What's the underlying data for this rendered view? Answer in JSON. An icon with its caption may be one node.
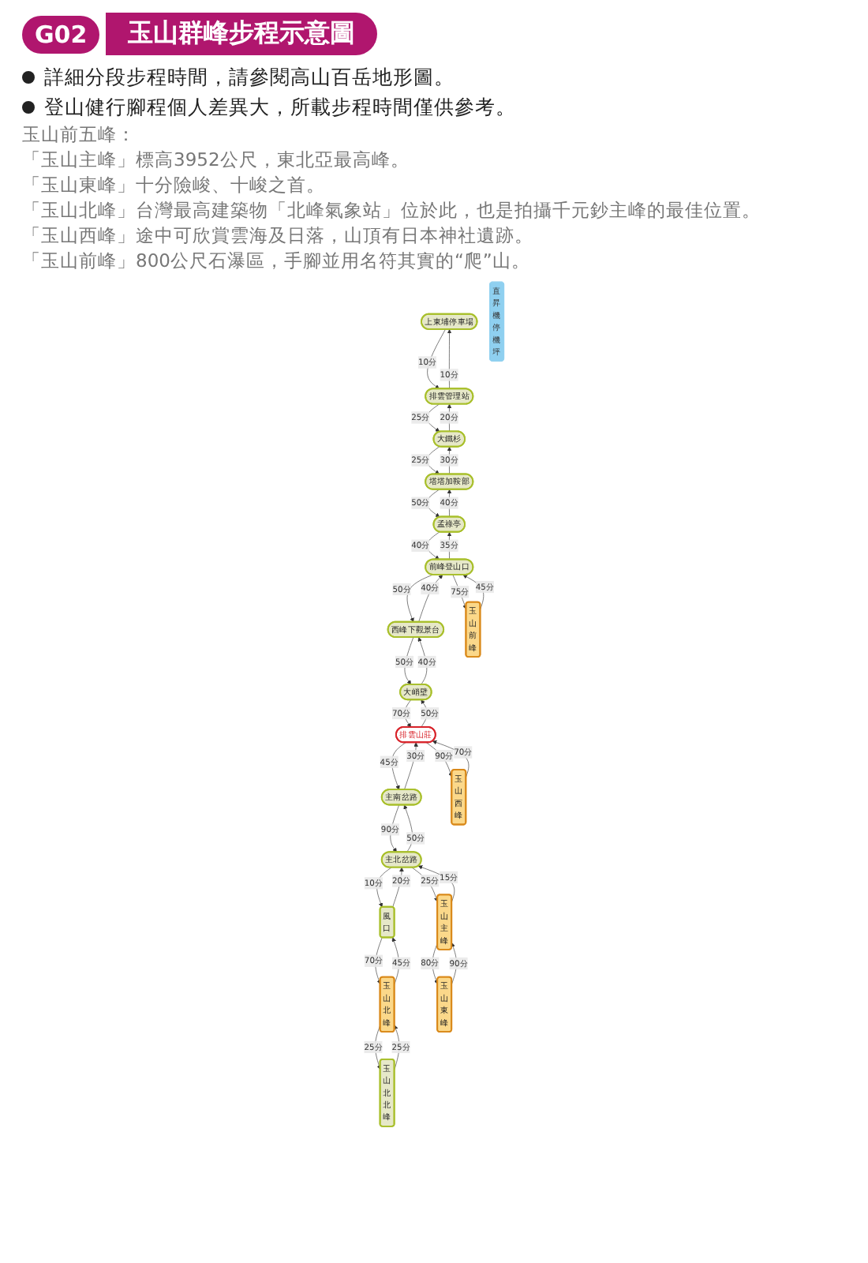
{
  "diagram": {
    "title": "玉山群峰步程示意圖",
    "labels": [
      "G02",
      "詳細分段步程時間，請參閱高山百岳地形圖。",
      "登山健行腳程個人差異大，所載步程時間僅供參考。",
      "玉山前五峰：",
      "「玉山主峰」標高3952公尺，東北亞最高峰。",
      "「玉山東峰」十分險峻、十峻之首。",
      "「玉山北峰」台灣最高建築物「北峰氣象站」位於此，也是拍攝千元鈔主峰的最佳位置。",
      "「玉山西峰」途中可欣賞雲海及日落，山頂有日本神社遺跡。",
      "「玉山前峰」800公尺石瀑區，手腳並用名符其實的“爬”山。"
    ],
    "nodes": [
      {
        "text": [
          "上東埔停車場"
        ]
      },
      {
        "text": [
          "排雲管理站"
        ]
      },
      {
        "text": [
          "大鐵杉"
        ]
      },
      {
        "text": [
          "塔塔加鞍部"
        ]
      },
      {
        "text": [
          "孟祿亭"
        ]
      },
      {
        "text": [
          "前峰登山口"
        ]
      },
      {
        "text": [
          "西峰下觀景台"
        ]
      },
      {
        "text": [
          "大峭壁"
        ]
      },
      {
        "text": [
          "排雲山莊"
        ]
      },
      {
        "text": [
          "主南岔路"
        ]
      },
      {
        "text": [
          "玉山前峰"
        ]
      },
      {
        "text": [
          "玉山北北峰"
        ]
      },
      {
        "text": [
          "玉山北峰"
        ]
      },
      {
        "text": [
          "直昇機停機坪"
        ]
      },
      {
        "text": [
          "玉山西峰"
        ]
      },
      {
        "text": [
          "風口"
        ]
      },
      {
        "text": [
          "主北岔路"
        ]
      },
      {
        "text": [
          "玉山主峰"
        ]
      },
      {
        "text": [
          "玉山東峰"
        ]
      }
    ],
    "edges": [
      {
        "from": 1,
        "to": 0,
        "arrow": "to",
        "label": "10分"
      },
      {
        "from": 0,
        "to": 1,
        "arrow": "to",
        "label": "10分"
      },
      {
        "from": 2,
        "to": 1,
        "arrow": "to",
        "label": "20分"
      },
      {
        "from": 1,
        "to": 2,
        "arrow": "to",
        "label": "25分"
      },
      {
        "from": 3,
        "to": 2,
        "arrow": "to",
        "label": "30分"
      },
      {
        "from": 2,
        "to": 3,
        "arrow": "to",
        "label": "25分"
      },
      {
        "from": 4,
        "to": 3,
        "arrow": "to",
        "label": "40分"
      },
      {
        "from": 3,
        "to": 4,
        "arrow": "to",
        "label": "50分"
      },
      {
        "from": 5,
        "to": 4,
        "arrow": "to",
        "label": "35分"
      },
      {
        "from": 4,
        "to": 5,
        "arrow": "to",
        "label": "40分"
      },
      {
        "from": 5,
        "to": 10,
        "arrow": "to",
        "label": "75分"
      },
      {
        "from": 10,
        "to": 5,
        "arrow": "to",
        "label": "45分"
      },
      {
        "from": 6,
        "to": 5,
        "arrow": "to",
        "label": "40分"
      },
      {
        "from": 5,
        "to": 6,
        "arrow": "to",
        "label": "50分"
      },
      {
        "from": 7,
        "to": 6,
        "arrow": "to",
        "label": "40分"
      },
      {
        "from": 6,
        "to": 7,
        "arrow": "to",
        "label": "50分"
      },
      {
        "from": 8,
        "to": 7,
        "arrow": "to",
        "label": "50分"
      },
      {
        "from": 7,
        "to": 8,
        "arrow": "to",
        "label": "70分"
      },
      {
        "from": 8,
        "to": 14,
        "arrow": "to",
        "label": "90分"
      },
      {
        "from": 14,
        "to": 8,
        "arrow": "to",
        "label": "70分"
      },
      {
        "from": 9,
        "to": 8,
        "arrow": "to",
        "label": "30分"
      },
      {
        "from": 8,
        "to": 9,
        "arrow": "to",
        "label": "45分"
      },
      {
        "from": 12,
        "to": 11,
        "arrow": "to",
        "label": "25分"
      },
      {
        "from": 11,
        "to": 12,
        "arrow": "to",
        "label": "25分"
      },
      {
        "from": 15,
        "to": 12,
        "arrow": "to",
        "label": "70分"
      },
      {
        "from": 12,
        "to": 15,
        "arrow": "to",
        "label": "45分"
      },
      {
        "from": 16,
        "to": 15,
        "arrow": "to",
        "label": "10分"
      },
      {
        "from": 15,
        "to": 16,
        "arrow": "to",
        "label": "20分"
      },
      {
        "from": 9,
        "to": 16,
        "arrow": "to",
        "label": "90分"
      },
      {
        "from": 16,
        "to": 9,
        "arrow": "to",
        "label": "50分"
      },
      {
        "from": 16,
        "to": 17,
        "arrow": "to",
        "label": "25分"
      },
      {
        "from": 17,
        "to": 16,
        "arrow": "to",
        "label": "15分"
      },
      {
        "from": 17,
        "to": 18,
        "arrow": "to",
        "label": "80分"
      },
      {
        "from": 18,
        "to": 17,
        "arrow": "to",
        "label": "90分"
      }
    ]
  }
}
